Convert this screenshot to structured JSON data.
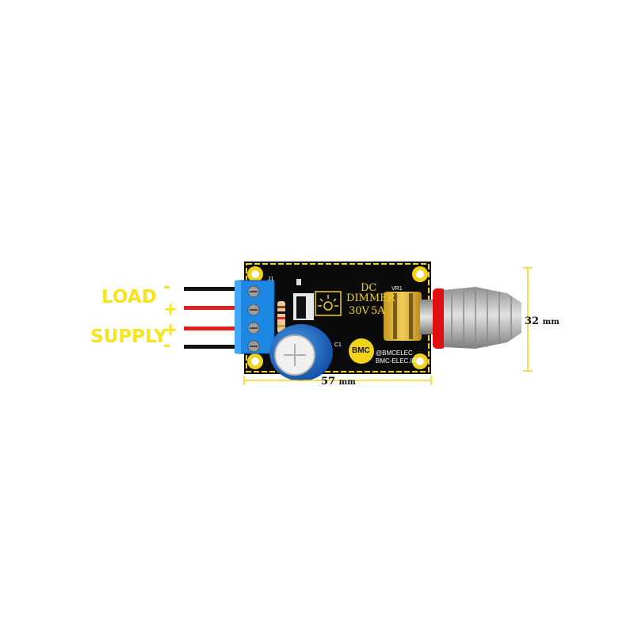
{
  "labels": {
    "load": "LOAD",
    "supply": "SUPPLY",
    "load_minus": "-",
    "load_plus": "+",
    "supply_plus": "+",
    "supply_minus": "-"
  },
  "board": {
    "title_line1": "DC",
    "title_line2": "DIMMER",
    "rating_voltage": "30V",
    "rating_current": "5A",
    "logo": "BMC",
    "credit_line1": "@BMCELEC",
    "credit_line2": "BMC-ELEC.IR",
    "ref_connector": "J1",
    "ref_pot": "VR1",
    "ref_cap": "C1"
  },
  "dimensions": {
    "width_value": "57",
    "height_value": "32",
    "unit": "mm"
  },
  "colors": {
    "label_yellow": "#f7e41c",
    "pcb_black": "#0b0b0b",
    "pcb_border": "#f2d21a",
    "terminal_blue": "#1e88e5",
    "wire_red": "#e02020",
    "wire_black": "#111111",
    "capacitor_blue": "#1565c0",
    "knob_grey": "#b8b8b8",
    "knob_ring_red": "#e01010"
  }
}
